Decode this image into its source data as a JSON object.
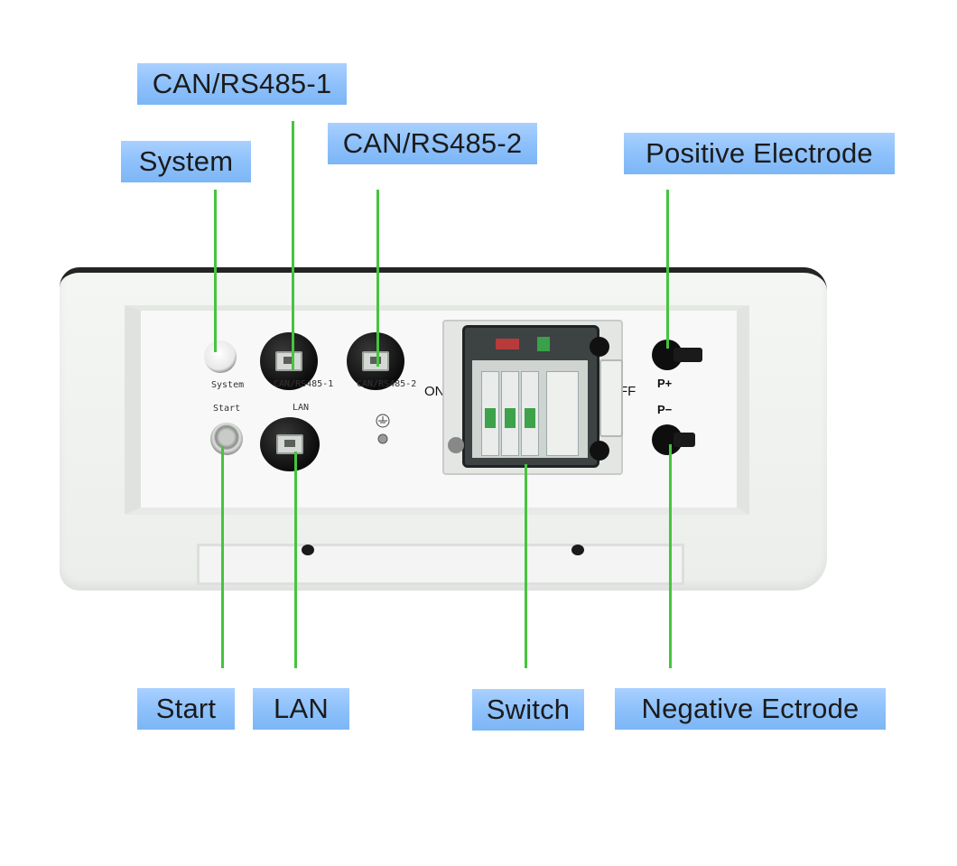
{
  "callouts": {
    "can_rs485_1": "CAN/RS485-1",
    "system": "System",
    "can_rs485_2": "CAN/RS485-2",
    "positive_electrode": "Positive Electrode",
    "start": "Start",
    "lan": "LAN",
    "switch": "Switch",
    "negative_electrode": "Negative Ectrode"
  },
  "panel_labels": {
    "system": "System",
    "start": "Start",
    "can1": "CAN/RS485-1",
    "can2": "CAN/RS485-2",
    "lan": "LAN",
    "on": "ON",
    "off": "FF",
    "p_plus": "P+",
    "p_minus": "P−"
  },
  "colors": {
    "callout_bg": "#8ec1fb",
    "leader_line": "#46c43d",
    "breaker_toggle": "#3da24a"
  }
}
